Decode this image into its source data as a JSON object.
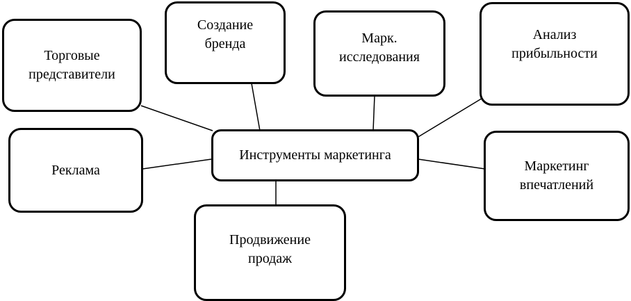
{
  "diagram": {
    "center": {
      "label": "Инструменты маркетинга"
    },
    "nodes": [
      {
        "id": "sales-reps",
        "lines": [
          "Торговые",
          "представители"
        ]
      },
      {
        "id": "branding",
        "lines": [
          "Создание",
          "бренда"
        ]
      },
      {
        "id": "market-research",
        "lines": [
          "Марк.",
          "исследования"
        ]
      },
      {
        "id": "profit-analysis",
        "lines": [
          "Анализ",
          "прибыльности"
        ]
      },
      {
        "id": "advertising",
        "lines": [
          "Реклама"
        ]
      },
      {
        "id": "experience-marketing",
        "lines": [
          "Маркетинг",
          "впечатлений"
        ]
      },
      {
        "id": "sales-promotion",
        "lines": [
          "Продвижение",
          "продаж"
        ]
      }
    ]
  }
}
